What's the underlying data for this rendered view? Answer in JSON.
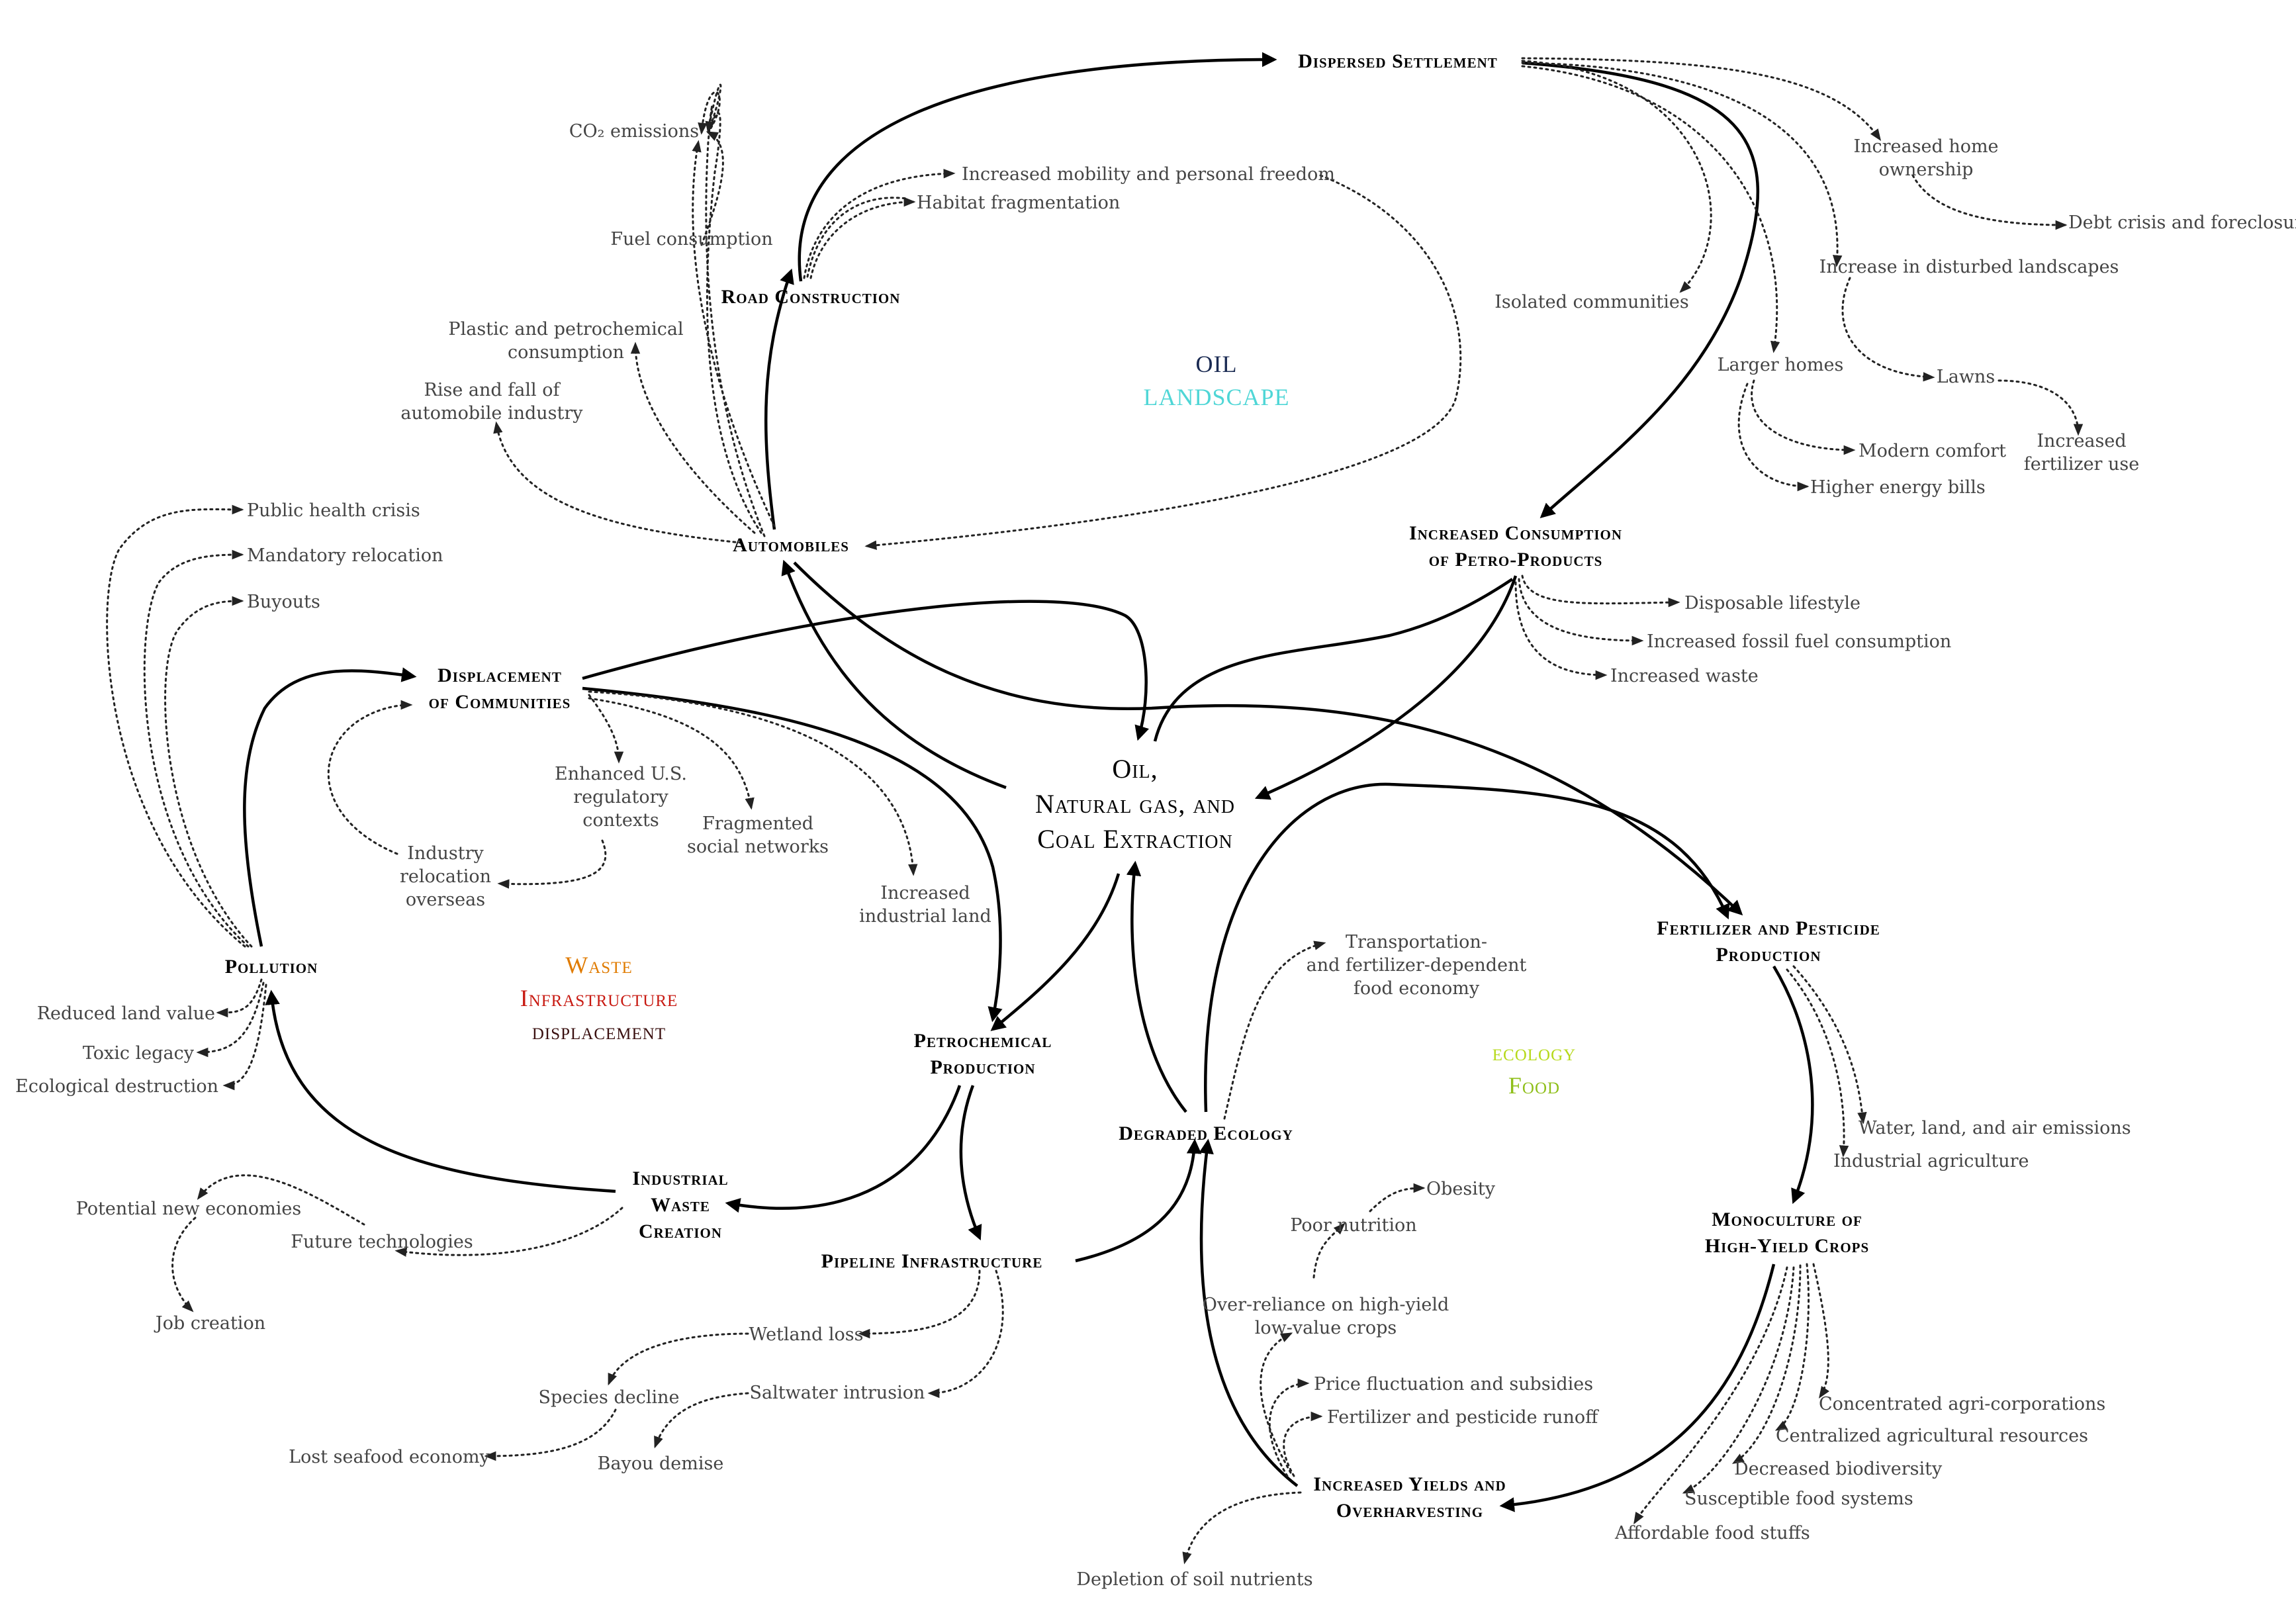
{
  "center": {
    "lines": [
      "Oil,",
      "Natural gas, and",
      "Coal Extraction"
    ]
  },
  "themes": {
    "oil_landscape": [
      {
        "text": "OIL",
        "color": "#1a2a52"
      },
      {
        "text": "LANDSCAPE",
        "color": "#4fd6d6"
      }
    ],
    "waste": [
      {
        "text": "Waste",
        "color": "#e07b00"
      },
      {
        "text": "Infrastructure",
        "color": "#c81a12"
      },
      {
        "text": "displacement",
        "color": "#3a1010"
      }
    ],
    "ecology": [
      {
        "text": "ecology",
        "color": "#b6d91a"
      },
      {
        "text": "Food",
        "color": "#8fbf1a"
      }
    ]
  },
  "major_nodes": {
    "dispersed_settlement": [
      "Dispersed Settlement"
    ],
    "road_construction": [
      "Road Construction"
    ],
    "automobiles": [
      "Automobiles"
    ],
    "increased_consumption": [
      "Increased Consumption",
      "of Petro-Products"
    ],
    "displacement": [
      "Displacement",
      "of Communities"
    ],
    "pollution": [
      "Pollution"
    ],
    "petrochemical": [
      "Petrochemical",
      "Production"
    ],
    "industrial_waste": [
      "Industrial",
      "Waste",
      "Creation"
    ],
    "pipeline": [
      "Pipeline Infrastructure"
    ],
    "degraded_ecology": [
      "Degraded Ecology"
    ],
    "fertilizer": [
      "Fertilizer and Pesticide",
      "Production"
    ],
    "monoculture": [
      "Monoculture of",
      "High-Yield Crops"
    ],
    "increased_yields": [
      "Increased Yields and",
      "Overharvesting"
    ]
  },
  "minor_nodes": {
    "co2": [
      "CO₂ emissions"
    ],
    "fuel_consumption": [
      "Fuel consumption"
    ],
    "plastic": [
      "Plastic and petrochemical",
      "consumption"
    ],
    "rise_fall": [
      "Rise and fall of",
      "automobile industry"
    ],
    "mobility": [
      "Increased mobility and personal freedom"
    ],
    "habitat": [
      "Habitat fragmentation"
    ],
    "isolated": [
      "Isolated communities"
    ],
    "home_ownership": [
      "Increased home",
      "ownership"
    ],
    "debt_crisis": [
      "Debt crisis and foreclosure"
    ],
    "disturbed_landscapes": [
      "Increase in disturbed landscapes"
    ],
    "larger_homes": [
      "Larger homes"
    ],
    "lawns": [
      "Lawns"
    ],
    "fertilizer_use": [
      "Increased",
      "fertilizer use"
    ],
    "modern_comfort": [
      "Modern comfort"
    ],
    "energy_bills": [
      "Higher energy bills"
    ],
    "disposable": [
      "Disposable lifestyle"
    ],
    "fossil_fuel": [
      "Increased fossil fuel consumption"
    ],
    "increased_waste": [
      "Increased waste"
    ],
    "public_health": [
      "Public health crisis"
    ],
    "mandatory_relocation": [
      "Mandatory relocation"
    ],
    "buyouts": [
      "Buyouts"
    ],
    "regulatory": [
      "Enhanced U.S.",
      "regulatory",
      "contexts"
    ],
    "fragmented": [
      "Fragmented",
      "social networks"
    ],
    "industry_relocation": [
      "Industry",
      "relocation",
      "overseas"
    ],
    "industrial_land": [
      "Increased",
      "industrial land"
    ],
    "land_value": [
      "Reduced land value"
    ],
    "toxic_legacy": [
      "Toxic legacy"
    ],
    "ecological_destruction": [
      "Ecological destruction"
    ],
    "new_economies": [
      "Potential new economies"
    ],
    "future_tech": [
      "Future technologies"
    ],
    "job_creation": [
      "Job creation"
    ],
    "wetland_loss": [
      "Wetland loss"
    ],
    "species_decline": [
      "Species decline"
    ],
    "saltwater": [
      "Saltwater intrusion"
    ],
    "seafood": [
      "Lost seafood economy"
    ],
    "bayou": [
      "Bayou demise"
    ],
    "transport_food": [
      "Transportation-",
      "and fertilizer-dependent",
      "food economy"
    ],
    "obesity": [
      "Obesity"
    ],
    "poor_nutrition": [
      "Poor nutrition"
    ],
    "overreliance": [
      "Over-reliance on high-yield",
      "low-value crops"
    ],
    "price_fluct": [
      "Price fluctuation and subsidies"
    ],
    "runoff": [
      "Fertilizer and pesticide runoff"
    ],
    "soil": [
      "Depletion of soil nutrients"
    ],
    "emissions": [
      "Water, land, and air emissions"
    ],
    "industrial_ag": [
      "Industrial agriculture"
    ],
    "agri_corps": [
      "Concentrated agri-corporations"
    ],
    "centralized": [
      "Centralized agricultural resources"
    ],
    "biodiversity": [
      "Decreased biodiversity"
    ],
    "susceptible": [
      "Susceptible food systems"
    ],
    "affordable": [
      "Affordable food stuffs"
    ]
  }
}
